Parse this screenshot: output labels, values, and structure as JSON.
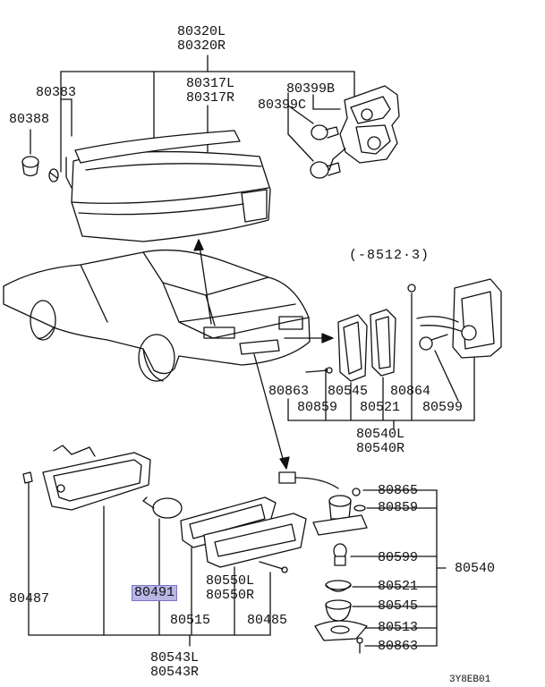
{
  "labels": {
    "tail_lamp_l": "80320L",
    "tail_lamp_r": "80320R",
    "screw_80383": "80383",
    "grommet_80388": "80388",
    "lens_l": "80317L",
    "lens_r": "80317R",
    "socket_b": "80399B",
    "socket_c": "80399C",
    "date_range": "(-8512·3)",
    "p80863_a": "80863",
    "p80545_a": "80545",
    "p80864": "80864",
    "p80859_a": "80859",
    "p80521_a": "80521",
    "p80599_a": "80599",
    "side_l": "80540L",
    "side_r": "80540R",
    "p80865": "80865",
    "p80859_b": "80859",
    "p80599_b": "80599",
    "p80540": "80540",
    "p80521_b": "80521",
    "p80545_b": "80545",
    "p80513": "80513",
    "p80863_b": "80863",
    "p80487": "80487",
    "p80491": "80491",
    "lens2_l": "80550L",
    "lens2_r": "80550R",
    "p80515": "80515",
    "p80485": "80485",
    "front_l": "80543L",
    "front_r": "80543R",
    "diagram_code": "3Y8EB01"
  },
  "highlight": "80491"
}
